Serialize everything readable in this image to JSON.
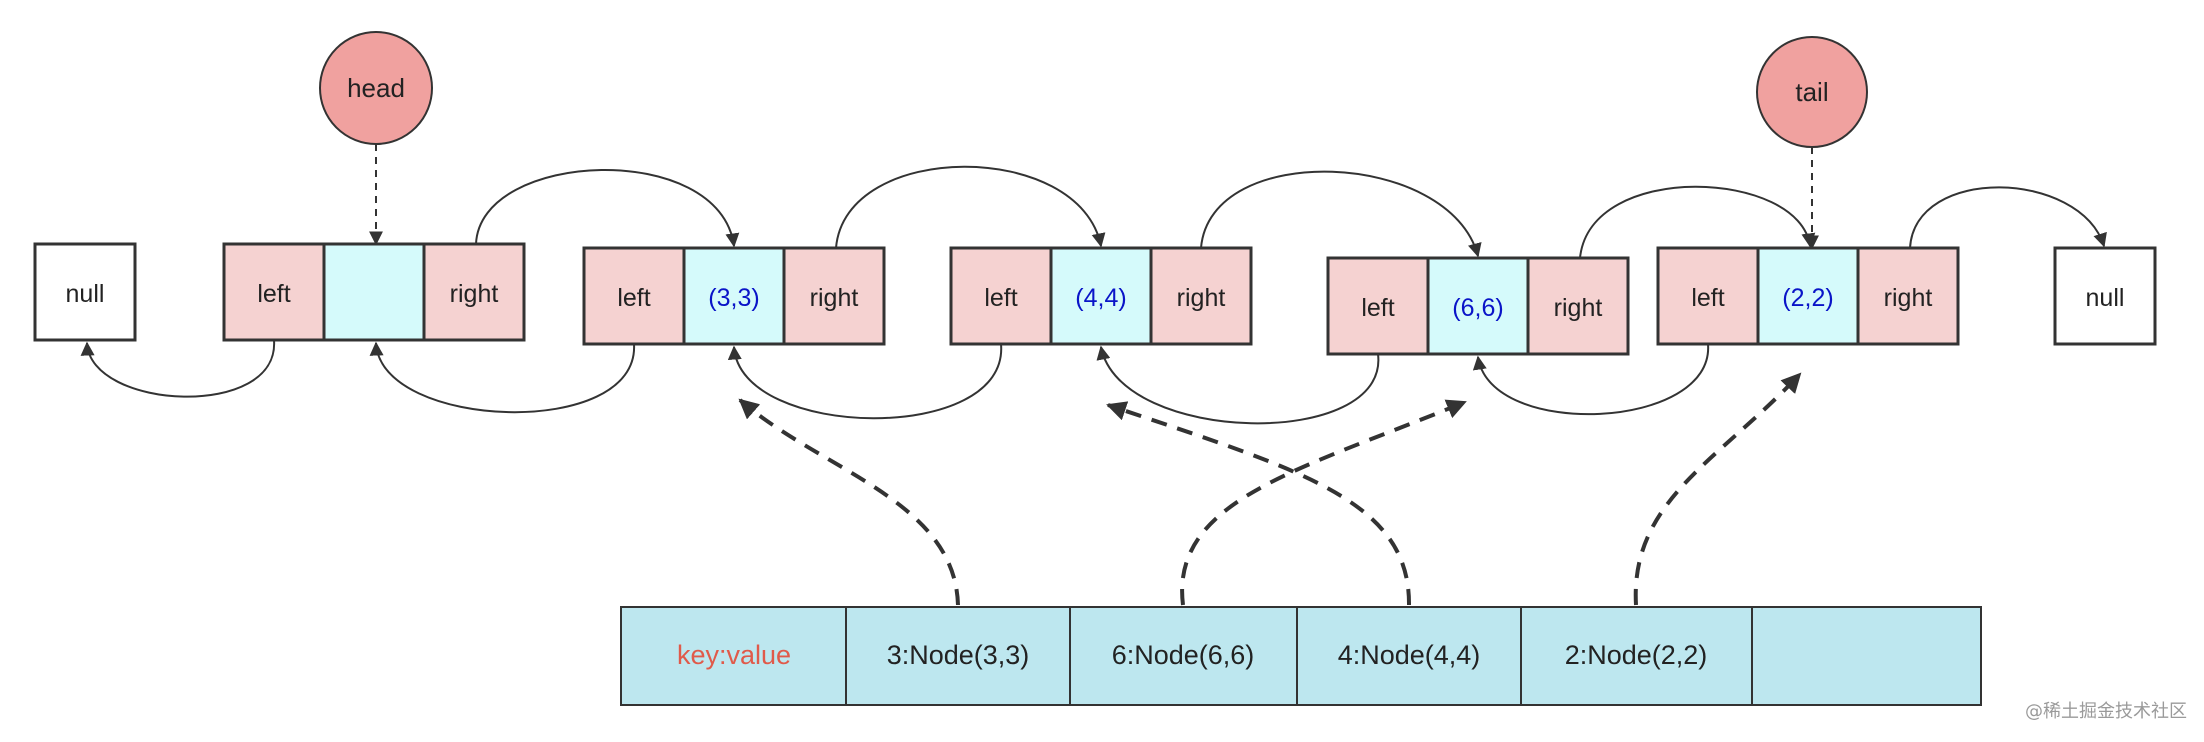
{
  "pointers": {
    "head": "head",
    "tail": "tail"
  },
  "null_left": "null",
  "null_right": "null",
  "nodes": [
    {
      "left": "left",
      "value": "",
      "right": "right"
    },
    {
      "left": "left",
      "value": "(3,3)",
      "right": "right"
    },
    {
      "left": "left",
      "value": "(4,4)",
      "right": "right"
    },
    {
      "left": "left",
      "value": "(6,6)",
      "right": "right"
    },
    {
      "left": "left",
      "value": "(2,2)",
      "right": "right"
    }
  ],
  "hashmap": {
    "header": "key:value",
    "entries": [
      "3:Node(3,3)",
      "6:Node(6,6)",
      "4:Node(4,4)",
      "2:Node(2,2)",
      ""
    ]
  },
  "watermark": "@稀土掘金技术社区",
  "colors": {
    "pointer_fill": "#f0a19f",
    "pointer_stroke": "#333333",
    "ptr_field_fill": "#f5d2d1",
    "value_fill": "#d5fafb",
    "map_fill": "#bde7ef",
    "value_text": "#0a14c8",
    "key_header_text": "#e05a4a",
    "line": "#333333"
  }
}
